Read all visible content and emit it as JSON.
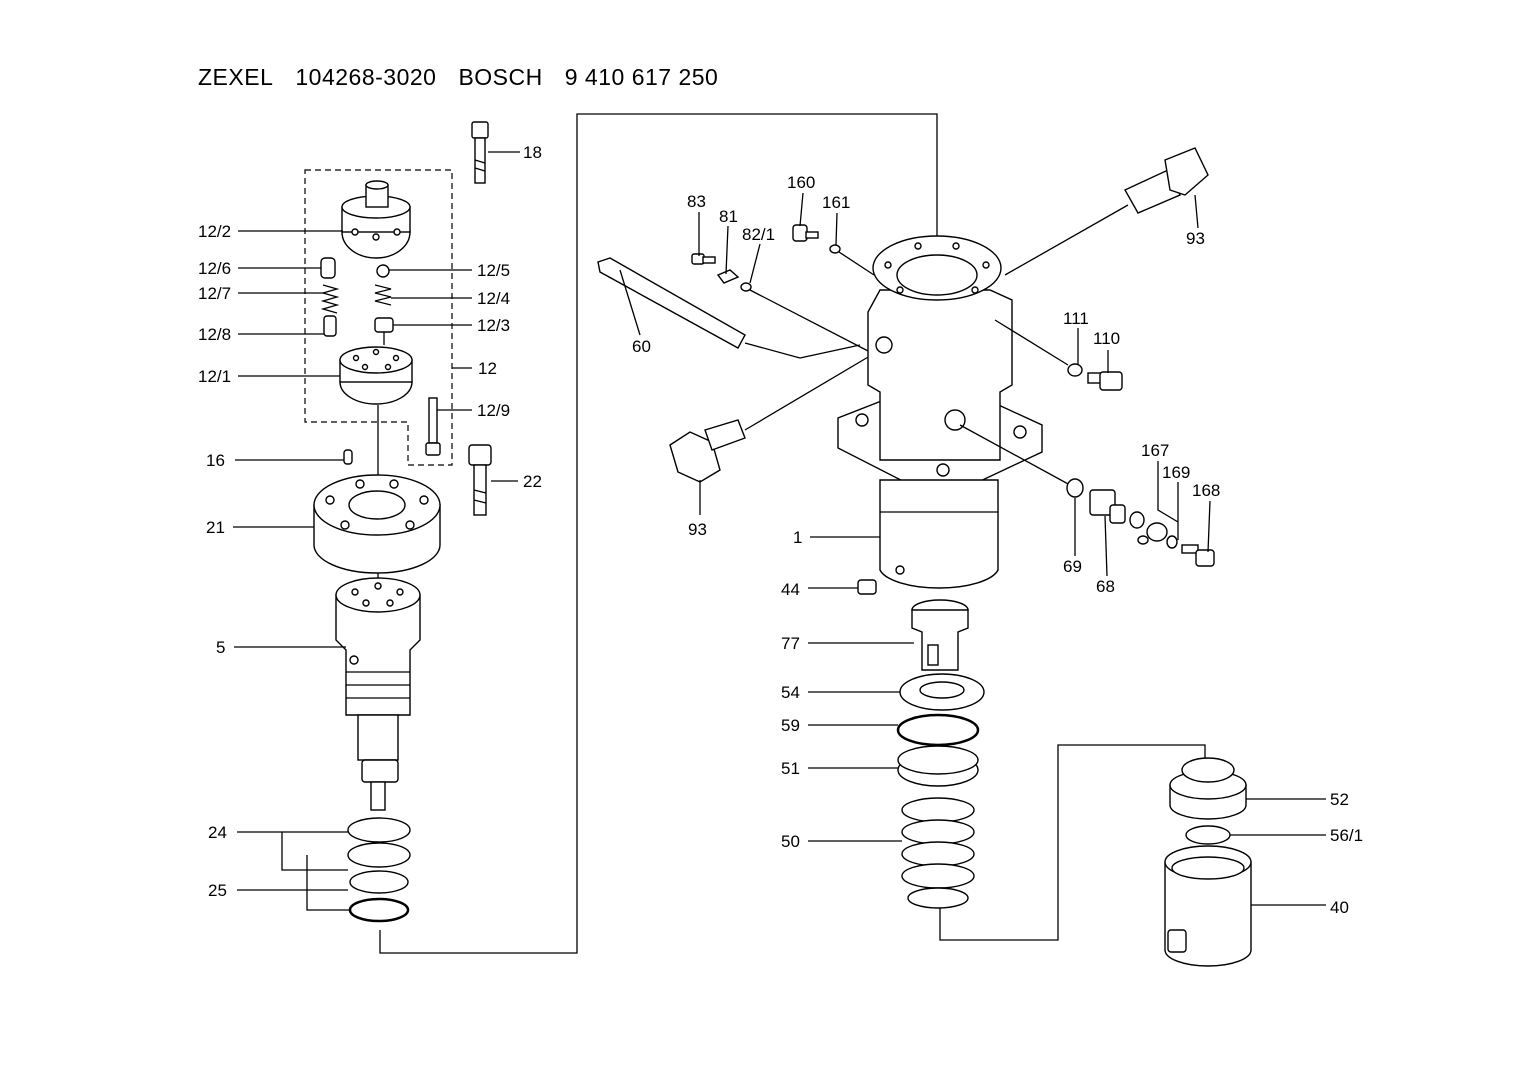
{
  "header": {
    "brand1": "ZEXEL",
    "part1": "104268-3020",
    "brand2": "BOSCH",
    "part2": "9 410 617 250"
  },
  "callouts": {
    "c18": "18",
    "c12_2": "12/2",
    "c12_6": "12/6",
    "c12_5": "12/5",
    "c12_7": "12/7",
    "c12_4": "12/4",
    "c12_8": "12/8",
    "c12_3": "12/3",
    "c12_1": "12/1",
    "c12": "12",
    "c12_9": "12/9",
    "c16": "16",
    "c22": "22",
    "c21": "21",
    "c5": "5",
    "c24": "24",
    "c25": "25",
    "c83": "83",
    "c81": "81",
    "c82_1": "82/1",
    "c160": "160",
    "c161": "161",
    "c93a": "93",
    "c60": "60",
    "c111": "111",
    "c110": "110",
    "c93b": "93",
    "c167": "167",
    "c169": "169",
    "c168": "168",
    "c1": "1",
    "c69": "69",
    "c68": "68",
    "c44": "44",
    "c77": "77",
    "c54": "54",
    "c59": "59",
    "c51": "51",
    "c52": "52",
    "c56_1": "56/1",
    "c50": "50",
    "c40": "40"
  }
}
